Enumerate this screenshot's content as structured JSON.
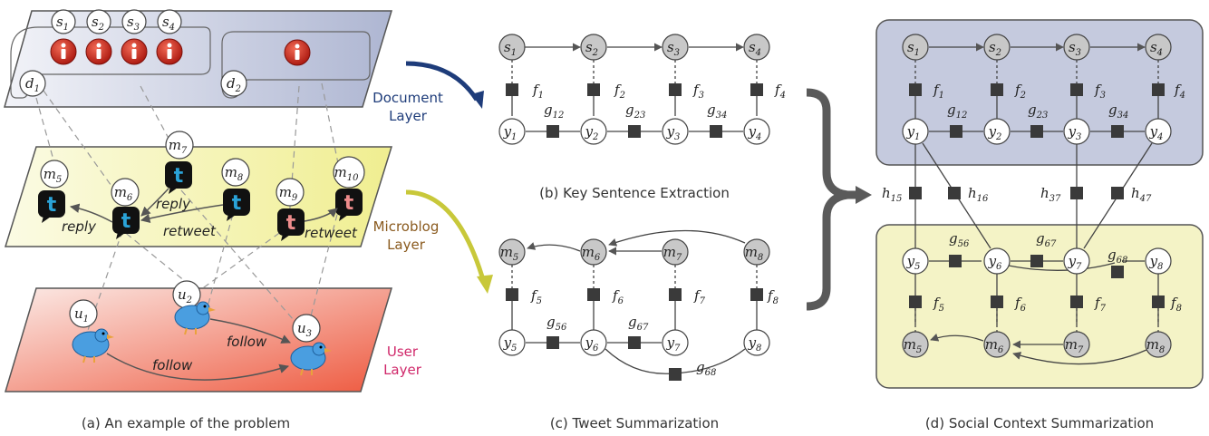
{
  "captions": {
    "a": "(a) An example of the problem",
    "b": "(b) Key Sentence Extraction",
    "c": "(c) Tweet Summarization",
    "d": "(d) Social Context Summarization"
  },
  "layers": {
    "document": [
      "Document",
      "Layer"
    ],
    "microblog": [
      "Microblog",
      "Layer"
    ],
    "user": [
      "User",
      "Layer"
    ]
  },
  "relations": {
    "reply": "reply",
    "retweet": "retweet",
    "follow": "follow"
  },
  "colors": {
    "document_layer": "#c5cade",
    "microblog_layer": "#f4f3c6",
    "user_layer": "#f07a66",
    "doc_arrow": "#1e3c7a",
    "micro_arrow": "#c8c83a",
    "factor": "#3a3a3a",
    "grey_node": "#c8c8c8",
    "icon_red": "#d0281e"
  },
  "icons": {
    "document_info": "info-icon",
    "tweet": "twitter-bubble-icon",
    "user": "twitter-bird-icon"
  },
  "nodes": {
    "s1": [
      "s",
      "1"
    ],
    "s2": [
      "s",
      "2"
    ],
    "s3": [
      "s",
      "3"
    ],
    "s4": [
      "s",
      "4"
    ],
    "d1": [
      "d",
      "1"
    ],
    "d2": [
      "d",
      "2"
    ],
    "m5": [
      "m",
      "5"
    ],
    "m6": [
      "m",
      "6"
    ],
    "m7": [
      "m",
      "7"
    ],
    "m8": [
      "m",
      "8"
    ],
    "m9": [
      "m",
      "9"
    ],
    "m10": [
      "m",
      "10"
    ],
    "u1": [
      "u",
      "1"
    ],
    "u2": [
      "u",
      "2"
    ],
    "u3": [
      "u",
      "3"
    ],
    "y1": [
      "y",
      "1"
    ],
    "y2": [
      "y",
      "2"
    ],
    "y3": [
      "y",
      "3"
    ],
    "y4": [
      "y",
      "4"
    ],
    "y5": [
      "y",
      "5"
    ],
    "y6": [
      "y",
      "6"
    ],
    "y7": [
      "y",
      "7"
    ],
    "y8": [
      "y",
      "8"
    ]
  },
  "factors": {
    "f1": [
      "f",
      "1"
    ],
    "f2": [
      "f",
      "2"
    ],
    "f3": [
      "f",
      "3"
    ],
    "f4": [
      "f",
      "4"
    ],
    "f5": [
      "f",
      "5"
    ],
    "f6": [
      "f",
      "6"
    ],
    "f7": [
      "f",
      "7"
    ],
    "f8": [
      "f",
      "8"
    ],
    "g12": [
      "g",
      "12"
    ],
    "g23": [
      "g",
      "23"
    ],
    "g34": [
      "g",
      "34"
    ],
    "g56": [
      "g",
      "56"
    ],
    "g67": [
      "g",
      "67"
    ],
    "g68": [
      "g",
      "68"
    ],
    "h15": [
      "h",
      "15"
    ],
    "h16": [
      "h",
      "16"
    ],
    "h37": [
      "h",
      "37"
    ],
    "h47": [
      "h",
      "47"
    ]
  }
}
